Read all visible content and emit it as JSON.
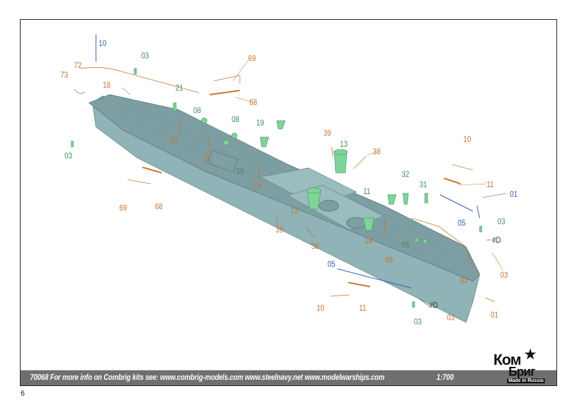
{
  "footer": {
    "text": "70068 For more info on Combrig kits see: www.combrig-models.com www.steelnavy.net www.modelwarships.com",
    "scale": "1:700"
  },
  "page_number": "6",
  "logo": {
    "line1": "Ком",
    "line2": "Бриг",
    "made": "Made in Russia"
  },
  "colors": {
    "etch_brass": "#c8742e",
    "resin_green": "#7fd49a",
    "wire_blue": "#2f5fa8",
    "hull": "#8fb3b6"
  },
  "callouts": [
    {
      "id": "c10a",
      "text": "10"
    },
    {
      "id": "c03a",
      "text": "03"
    },
    {
      "id": "c69a",
      "text": "69"
    },
    {
      "id": "c72",
      "text": "72"
    },
    {
      "id": "c73",
      "text": "73"
    },
    {
      "id": "c18a",
      "text": "18"
    },
    {
      "id": "c21",
      "text": "21"
    },
    {
      "id": "c68a",
      "text": "68"
    },
    {
      "id": "c08a",
      "text": "08"
    },
    {
      "id": "c08b",
      "text": "08"
    },
    {
      "id": "c19",
      "text": "19"
    },
    {
      "id": "c18b",
      "text": "18"
    },
    {
      "id": "c18c",
      "text": "18"
    },
    {
      "id": "c33",
      "text": "33"
    },
    {
      "id": "c18d",
      "text": "18"
    },
    {
      "id": "c03b",
      "text": "03"
    },
    {
      "id": "c39a",
      "text": "39"
    },
    {
      "id": "c13a",
      "text": "13"
    },
    {
      "id": "c38a",
      "text": "38"
    },
    {
      "id": "c10b",
      "text": "10"
    },
    {
      "id": "c11a",
      "text": "11"
    },
    {
      "id": "c01a",
      "text": "01"
    },
    {
      "id": "c32",
      "text": "32"
    },
    {
      "id": "c31",
      "text": "31"
    },
    {
      "id": "c11b",
      "text": "11"
    },
    {
      "id": "c05a",
      "text": "05"
    },
    {
      "id": "c03c",
      "text": "03"
    },
    {
      "id": "c69b",
      "text": "69"
    },
    {
      "id": "c68b",
      "text": "68"
    },
    {
      "id": "c13b",
      "text": "13"
    },
    {
      "id": "c39b",
      "text": "39"
    },
    {
      "id": "c18e",
      "text": "18"
    },
    {
      "id": "c05b",
      "text": "05"
    },
    {
      "id": "c38b",
      "text": "38"
    },
    {
      "id": "c09",
      "text": "09"
    },
    {
      "id": "cDa",
      "text": "#D"
    },
    {
      "id": "c02",
      "text": "02"
    },
    {
      "id": "c03d",
      "text": "03"
    },
    {
      "id": "c05c",
      "text": "05"
    },
    {
      "id": "c10c",
      "text": "10"
    },
    {
      "id": "c11c",
      "text": "11"
    },
    {
      "id": "cDb",
      "text": "#D"
    },
    {
      "id": "c03e",
      "text": "03"
    },
    {
      "id": "c03f",
      "text": "03"
    },
    {
      "id": "c01b",
      "text": "01"
    }
  ]
}
